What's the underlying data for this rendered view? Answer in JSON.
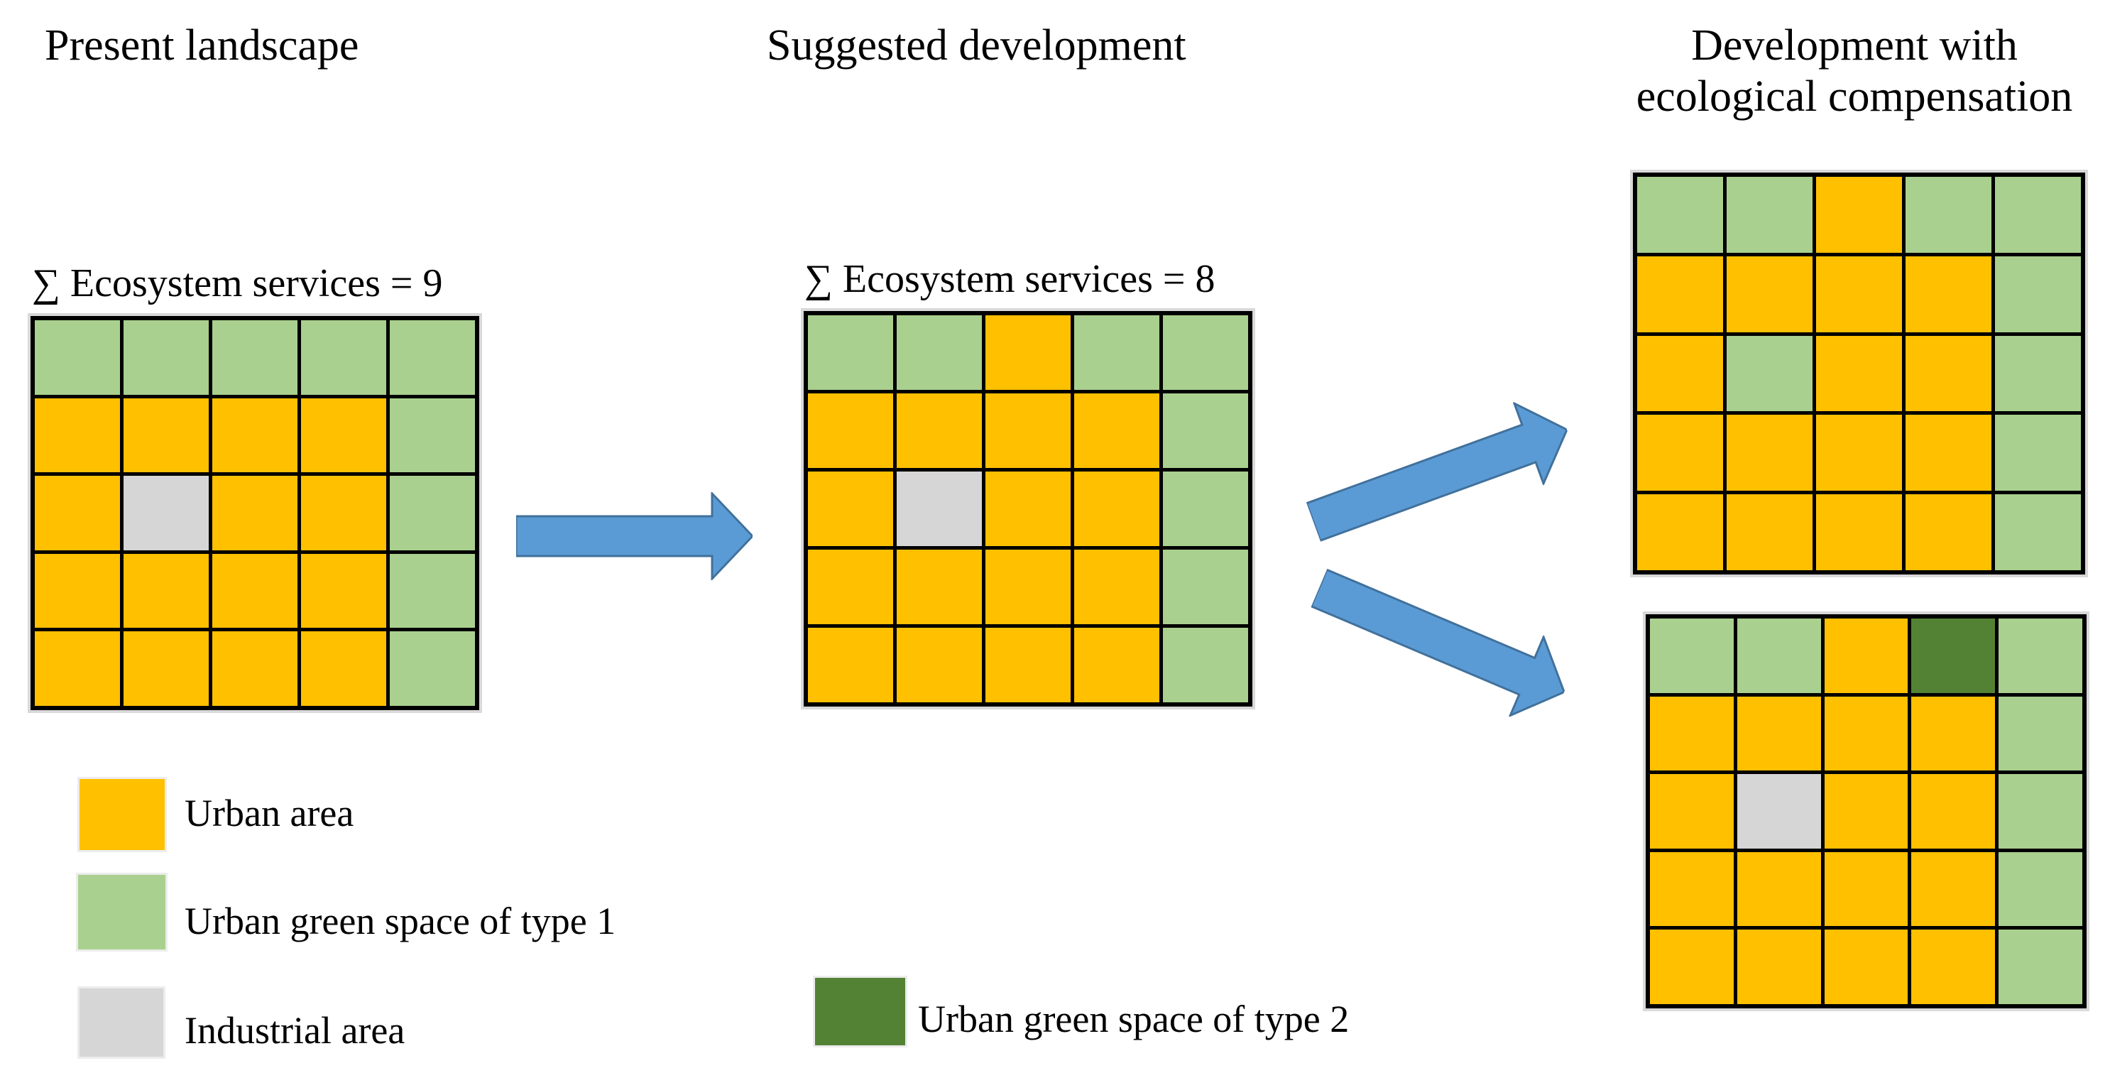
{
  "colors": {
    "urban": "#FFC000",
    "green1": "#A9D08E",
    "industrial": "#D6D6D6",
    "green2": "#548235",
    "arrow_fill": "#5B9BD5",
    "arrow_stroke": "#41719C",
    "grid_line": "#000000",
    "text": "#000000"
  },
  "cell_types": {
    "U": "urban",
    "G1": "green1",
    "I": "industrial",
    "G2": "green2"
  },
  "titles": {
    "present": "Present landscape",
    "suggested": "Suggested development",
    "compensation_line1": "Development with",
    "compensation_line2": "ecological compensation"
  },
  "labels": {
    "es_present": "∑ Ecosystem services = 9",
    "es_suggested": "∑ Ecosystem services = 8"
  },
  "ecosystem_services": {
    "present": 9,
    "suggested": 8
  },
  "grids": {
    "present": {
      "rows": [
        [
          "G1",
          "G1",
          "G1",
          "G1",
          "G1"
        ],
        [
          "U",
          "U",
          "U",
          "U",
          "G1"
        ],
        [
          "U",
          "I",
          "U",
          "U",
          "G1"
        ],
        [
          "U",
          "U",
          "U",
          "U",
          "G1"
        ],
        [
          "U",
          "U",
          "U",
          "U",
          "G1"
        ]
      ]
    },
    "suggested": {
      "rows": [
        [
          "G1",
          "G1",
          "U",
          "G1",
          "G1"
        ],
        [
          "U",
          "U",
          "U",
          "U",
          "G1"
        ],
        [
          "U",
          "I",
          "U",
          "U",
          "G1"
        ],
        [
          "U",
          "U",
          "U",
          "U",
          "G1"
        ],
        [
          "U",
          "U",
          "U",
          "U",
          "G1"
        ]
      ]
    },
    "compensation_top": {
      "rows": [
        [
          "G1",
          "G1",
          "U",
          "G1",
          "G1"
        ],
        [
          "U",
          "U",
          "U",
          "U",
          "G1"
        ],
        [
          "U",
          "G1",
          "U",
          "U",
          "G1"
        ],
        [
          "U",
          "U",
          "U",
          "U",
          "G1"
        ],
        [
          "U",
          "U",
          "U",
          "U",
          "G1"
        ]
      ]
    },
    "compensation_bottom": {
      "rows": [
        [
          "G1",
          "G1",
          "U",
          "G2",
          "G1"
        ],
        [
          "U",
          "U",
          "U",
          "U",
          "G1"
        ],
        [
          "U",
          "I",
          "U",
          "U",
          "G1"
        ],
        [
          "U",
          "U",
          "U",
          "U",
          "G1"
        ],
        [
          "U",
          "U",
          "U",
          "U",
          "G1"
        ]
      ]
    }
  },
  "legend": {
    "items": [
      {
        "type": "urban",
        "label": "Urban area"
      },
      {
        "type": "green1",
        "label": "Urban green space of type 1"
      },
      {
        "type": "industrial",
        "label": "Industrial area"
      },
      {
        "type": "green2",
        "label": "Urban green space of type 2"
      }
    ]
  }
}
